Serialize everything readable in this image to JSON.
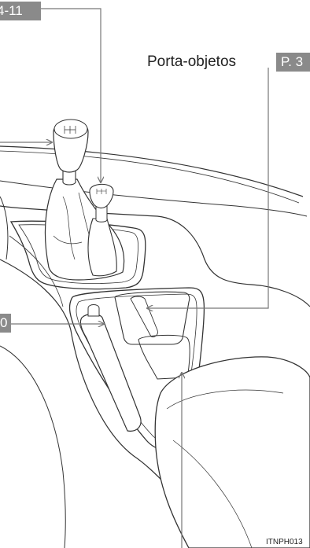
{
  "callouts": {
    "top_tag": "4-11",
    "porta_objetos_label": "Porta-objetos",
    "porta_objetos_tag": "P. 3",
    "left_tag": "0"
  },
  "figure_code": "ITNPH013",
  "colors": {
    "tag_background": "#8a8a8a",
    "line": "#777777",
    "outline": "#333333"
  }
}
